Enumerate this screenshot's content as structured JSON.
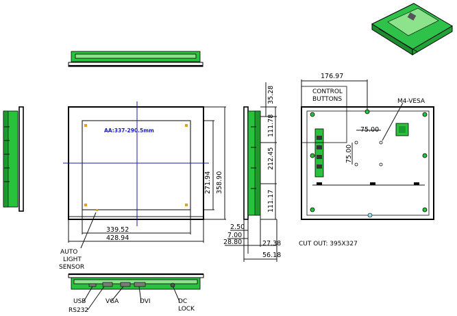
{
  "inner_area_label": "AA:337-290.5mm",
  "dimensions": {
    "active_width": "339.52",
    "overall_width": "428.94",
    "active_height": "271.94",
    "overall_height": "358.90",
    "side_d1": "2.50",
    "side_d2": "7.00",
    "side_d3": "28.80",
    "side_top": "35.28",
    "side_d4": "111.78",
    "side_d5": "212.45",
    "side_d6": "111.17",
    "side_d7": "27.38",
    "side_d8": "56.18",
    "rear_width": "176.97",
    "vesa_h": "75.00",
    "vesa_v": "75.00"
  },
  "labels": {
    "control_buttons_1": "CONTROL",
    "control_buttons_2": "BUTTONS",
    "m4_vesa": "M4-VESA",
    "cut_out": "CUT OUT: 395X327",
    "auto_light_1": "AUTO",
    "auto_light_2": "LIGHT",
    "auto_light_3": "SENSOR",
    "usb": "USB",
    "rs232": "RS232",
    "vga": "VGA",
    "dvi": "DVI",
    "dc_1": "DC",
    "dc_2": "LOCK"
  }
}
